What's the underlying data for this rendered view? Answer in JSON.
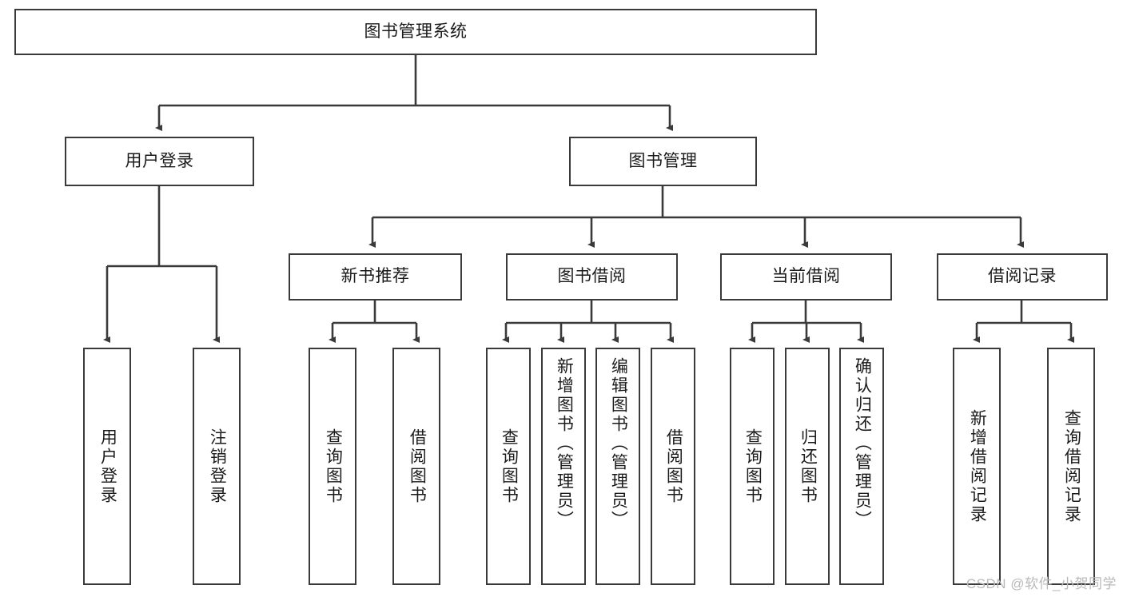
{
  "diagram": {
    "title": "图书管理系统",
    "watermark": "CSDN @软件_小贺同学",
    "levels": {
      "root": {
        "label": "图书管理系统"
      },
      "level2": [
        {
          "id": "user-login",
          "label": "用户登录"
        },
        {
          "id": "book-manage",
          "label": "图书管理"
        }
      ],
      "level3": [
        {
          "id": "new-book-recommend",
          "label": "新书推荐"
        },
        {
          "id": "book-borrow",
          "label": "图书借阅"
        },
        {
          "id": "current-borrow",
          "label": "当前借阅"
        },
        {
          "id": "borrow-record",
          "label": "借阅记录"
        }
      ],
      "leaves": [
        {
          "id": "leaf-user-login",
          "label": "用户登录",
          "parent": "user-login"
        },
        {
          "id": "leaf-logout",
          "label": "注销登录",
          "parent": "user-login"
        },
        {
          "id": "leaf-query-book-1",
          "label": "查询图书",
          "parent": "new-book-recommend"
        },
        {
          "id": "leaf-borrow-book-1",
          "label": "借阅图书",
          "parent": "new-book-recommend"
        },
        {
          "id": "leaf-query-book-2",
          "label": "查询图书",
          "parent": "book-borrow"
        },
        {
          "id": "leaf-add-book",
          "label": "新增图书（管理员）",
          "parent": "book-borrow"
        },
        {
          "id": "leaf-edit-book",
          "label": "编辑图书（管理员）",
          "parent": "book-borrow"
        },
        {
          "id": "leaf-borrow-book-2",
          "label": "借阅图书",
          "parent": "book-borrow"
        },
        {
          "id": "leaf-query-book-3",
          "label": "查询图书",
          "parent": "current-borrow"
        },
        {
          "id": "leaf-return-book",
          "label": "归还图书",
          "parent": "current-borrow"
        },
        {
          "id": "leaf-confirm-return",
          "label": "确认归还（管理员）",
          "parent": "current-borrow"
        },
        {
          "id": "leaf-add-record",
          "label": "新增借阅记录",
          "parent": "borrow-record"
        },
        {
          "id": "leaf-query-record",
          "label": "查询借阅记录",
          "parent": "borrow-record"
        }
      ]
    },
    "colors": {
      "stroke": "#3a3a3a",
      "fill": "#ffffff",
      "text": "#1b1b1b",
      "watermark": "#b9b9b9"
    }
  }
}
